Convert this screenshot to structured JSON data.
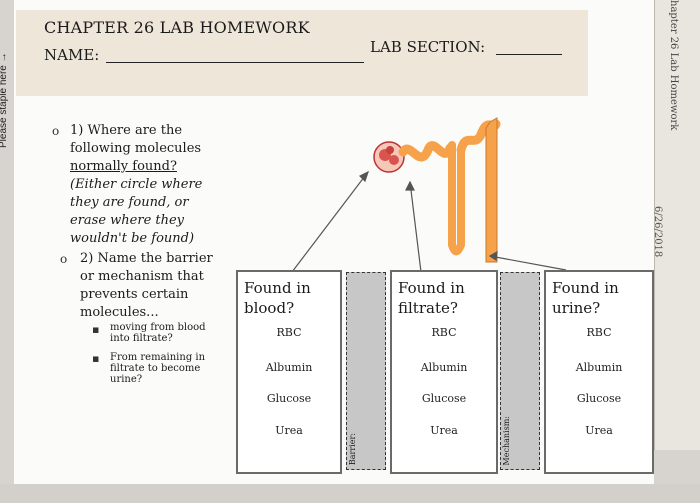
{
  "staple_note": "Please staple here →",
  "header": {
    "title": "CHAPTER 26 LAB HOMEWORK",
    "name_label": "NAME:",
    "lab_section_label": "LAB SECTION:"
  },
  "side_strip": {
    "title": "hapter 26 Lab Homework",
    "date": "6/26/2018"
  },
  "question1": {
    "lines": [
      "1) Where are the",
      "following molecules",
      "normally found?"
    ],
    "italic_lines": [
      "(Either circle where",
      "they are found, or",
      "erase where they",
      "wouldn't be found)"
    ]
  },
  "question2": {
    "lines": [
      "2) Name the barrier",
      "or mechanism that",
      "prevents certain",
      "molecules..."
    ],
    "sub_items": [
      {
        "lines": [
          "moving from blood",
          "into filtrate?"
        ]
      },
      {
        "lines": [
          "From remaining in",
          "filtrate to become",
          "urine?"
        ]
      }
    ]
  },
  "boxes": [
    {
      "heading_lines": [
        "Found in",
        "blood?"
      ],
      "items": [
        "RBC",
        "Albumin",
        "Glucose",
        "Urea"
      ]
    },
    {
      "heading_lines": [
        "Found in",
        "filtrate?"
      ],
      "items": [
        "RBC",
        "Albumin",
        "Glucose",
        "Urea"
      ]
    },
    {
      "heading_lines": [
        "Found in",
        "urine?"
      ],
      "items": [
        "RBC",
        "Albumin",
        "Glucose",
        "Urea"
      ]
    }
  ],
  "bars": [
    {
      "label": "Barrier:"
    },
    {
      "label": "Mechanism:"
    }
  ],
  "colors": {
    "header_band": "#efe6da",
    "nephron_orange": "#f5a24b",
    "glomerulus_red": "#d9534f"
  }
}
